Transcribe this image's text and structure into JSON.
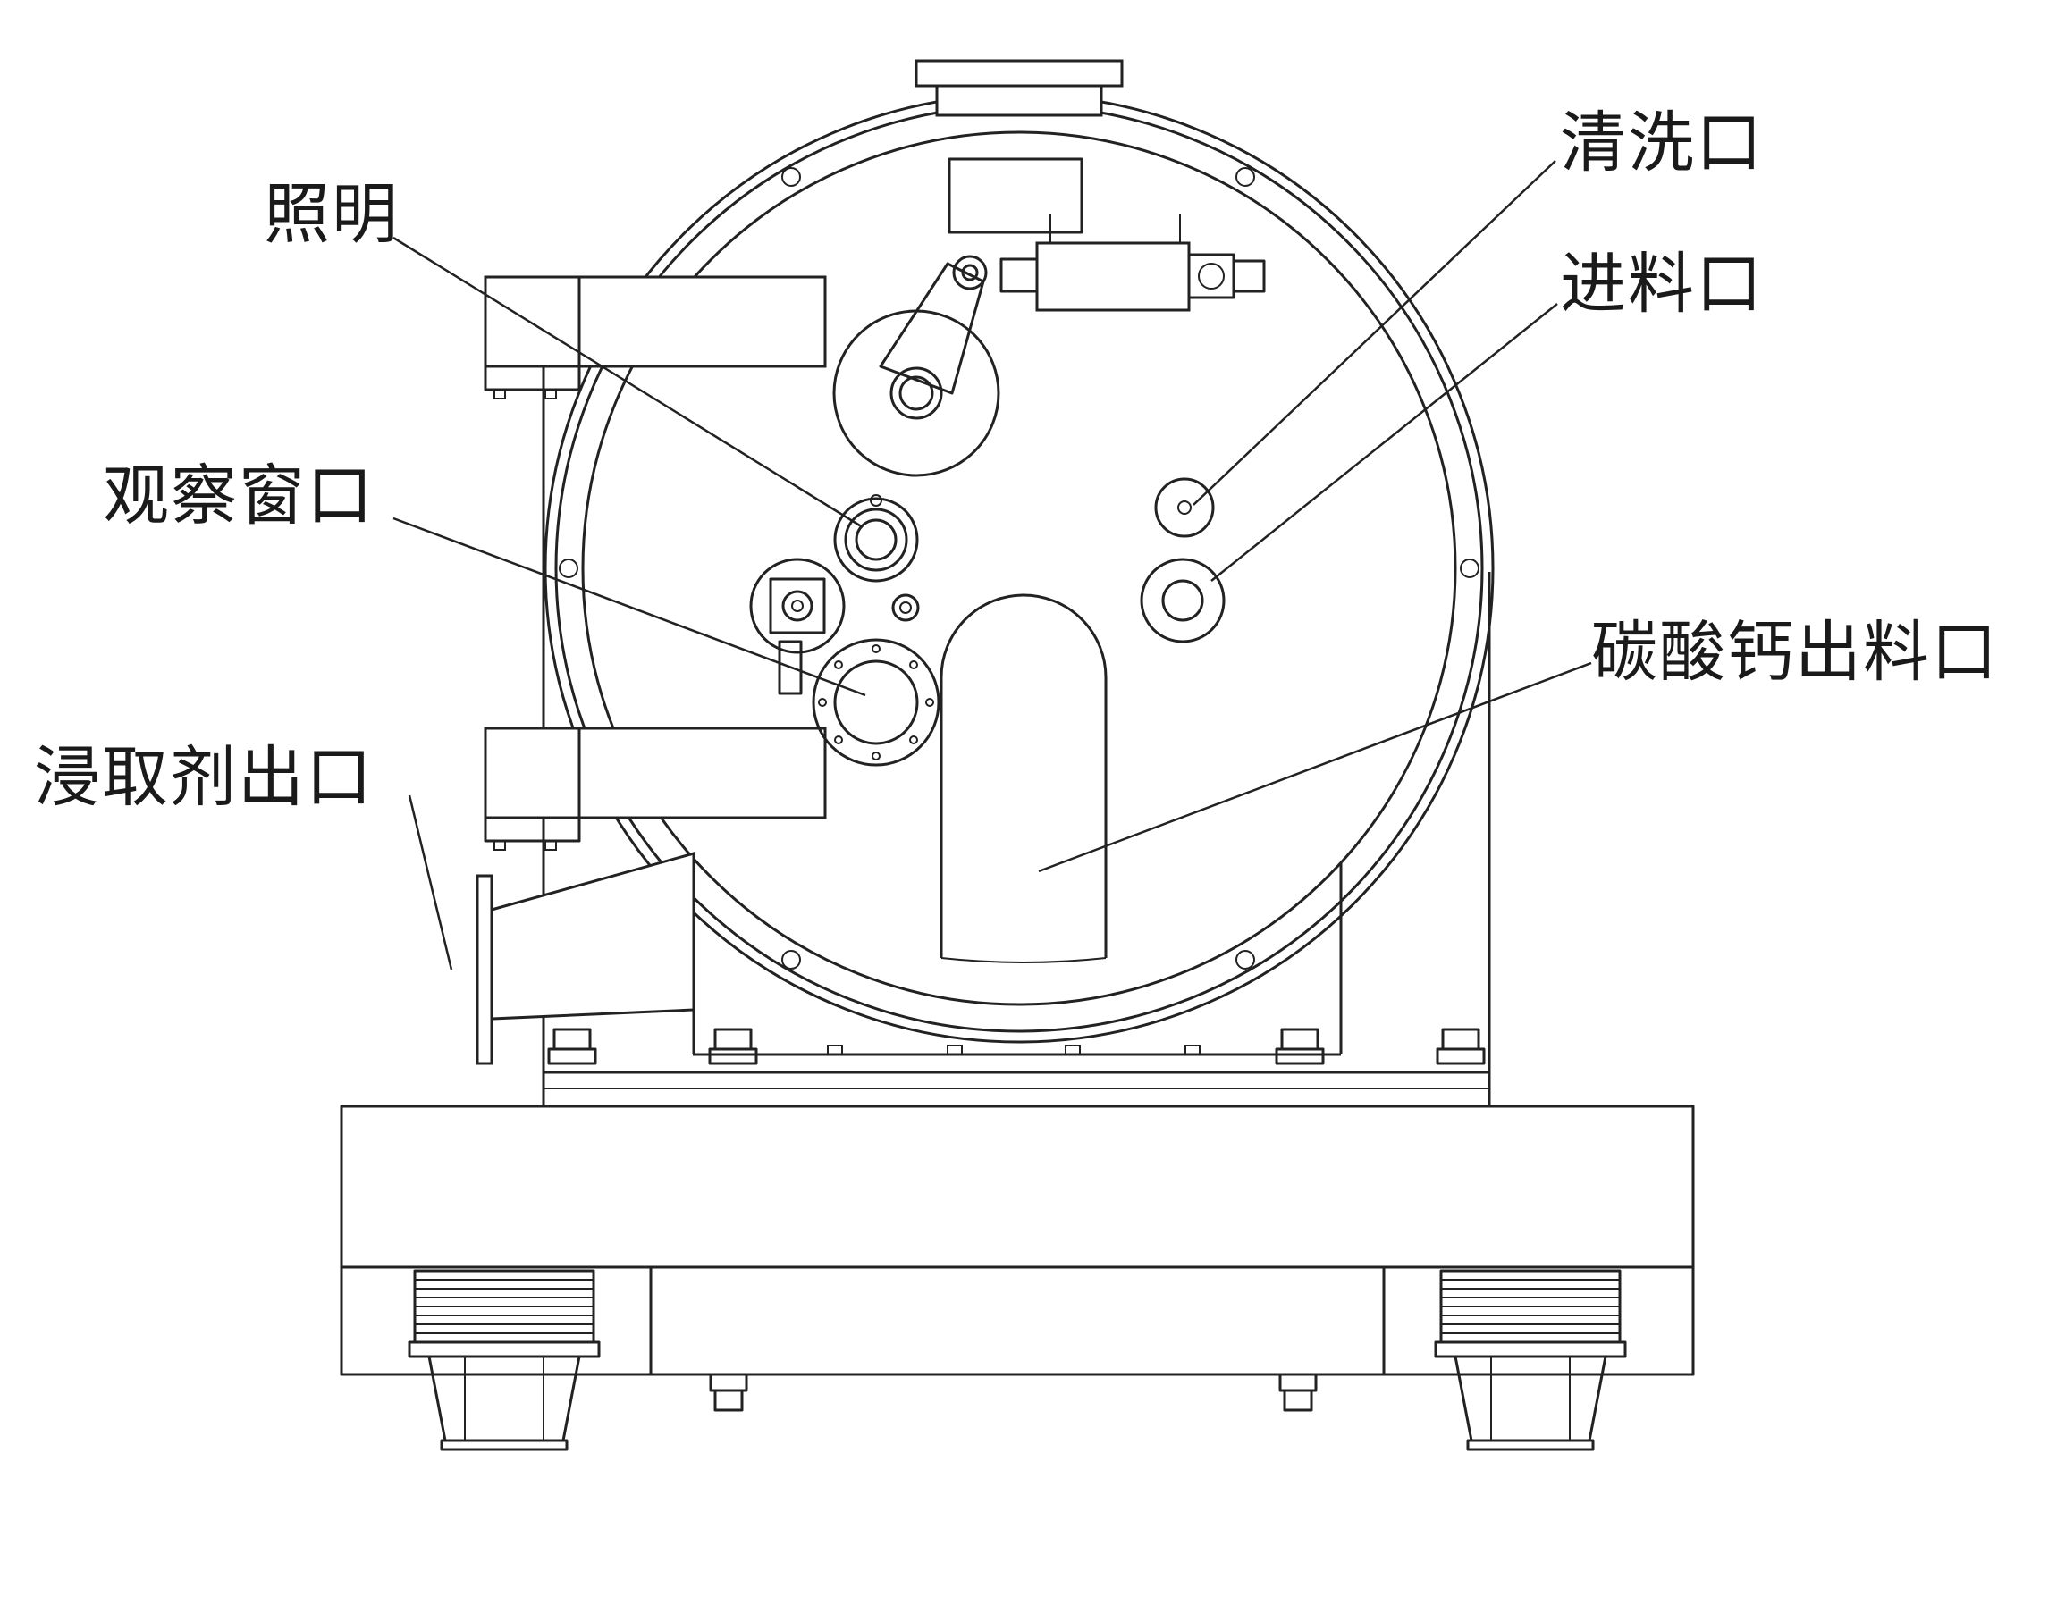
{
  "colors": {
    "stroke": "#222222",
    "text": "#1a1a1a",
    "background": "#ffffff"
  },
  "labels": {
    "lighting": "照明",
    "observation_window": "观察窗口",
    "extractant_outlet": "浸取剂出口",
    "cleaning_port": "清洗口",
    "feed_port": "进料口",
    "calcium_carbonate_outlet": "碳酸钙出料口"
  }
}
